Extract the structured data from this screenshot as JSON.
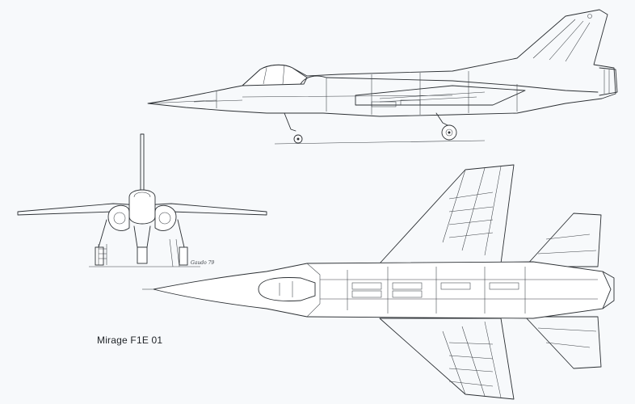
{
  "caption": {
    "title": "Mirage F1E 01"
  },
  "signature": {
    "text": "Gaudo 79"
  },
  "views": [
    {
      "name": "side-view"
    },
    {
      "name": "front-view"
    },
    {
      "name": "top-view"
    }
  ],
  "colors": {
    "paper": "#f7f9fb",
    "ink": "#2b2f33"
  }
}
